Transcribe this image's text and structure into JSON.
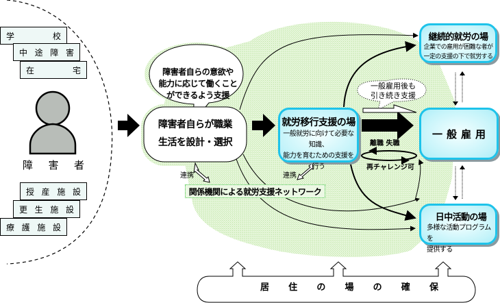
{
  "origins_top": [
    {
      "chars": [
        "学",
        "校"
      ]
    },
    {
      "chars": [
        "中",
        "途",
        "障",
        "害"
      ]
    },
    {
      "chars": [
        "在",
        "宅"
      ]
    }
  ],
  "person": {
    "icon": "person-icon",
    "label_chars": [
      "障",
      "害",
      "者"
    ]
  },
  "origins_bottom": [
    {
      "chars": [
        "授",
        "産",
        "施",
        "設"
      ]
    },
    {
      "chars": [
        "更",
        "生",
        "施",
        "設"
      ]
    },
    {
      "chars": [
        "療",
        "護",
        "施",
        "設"
      ]
    }
  ],
  "speech_bubble": {
    "lines": [
      "障害者自らの意欲や",
      "能力に応じて働くこと",
      "ができるよう支援"
    ]
  },
  "self_choice": {
    "lines": [
      "障害者自らが職業",
      "生活を設計・選択"
    ]
  },
  "transition": {
    "title": "就労移行支援の場",
    "lines": [
      "一般就労に向けて必要な知識、",
      "能力を育むための支援を行う"
    ]
  },
  "continued_work": {
    "title": "継続的就労の場",
    "lines": [
      "企業での雇用が困難な者が",
      "一定の支援の下で就労する"
    ]
  },
  "general_employment": {
    "chars": [
      "一",
      "般",
      "雇",
      "用"
    ]
  },
  "day_activity": {
    "title": "日中活動の場",
    "lines": [
      "多様な活動プログラムを",
      "提供する"
    ]
  },
  "continued_support": {
    "lines": [
      "一般雇用後も",
      "引き続き支援"
    ]
  },
  "job_loss": {
    "label": "離職 失職"
  },
  "rechallenge": {
    "label": "再チャレンジ可"
  },
  "cooperation_labels": [
    "連携",
    "連携"
  ],
  "network": {
    "label": "関係機関による就労支援ネットワーク"
  },
  "housing": {
    "chars": [
      "居",
      "住",
      "の",
      "場",
      "の",
      "確",
      "保"
    ]
  },
  "colors": {
    "cyan_border": "#1ec3ea",
    "green_area": "#d8f0c8",
    "origin_box_fill": "#eef8f6",
    "network_border": "#39c239"
  }
}
